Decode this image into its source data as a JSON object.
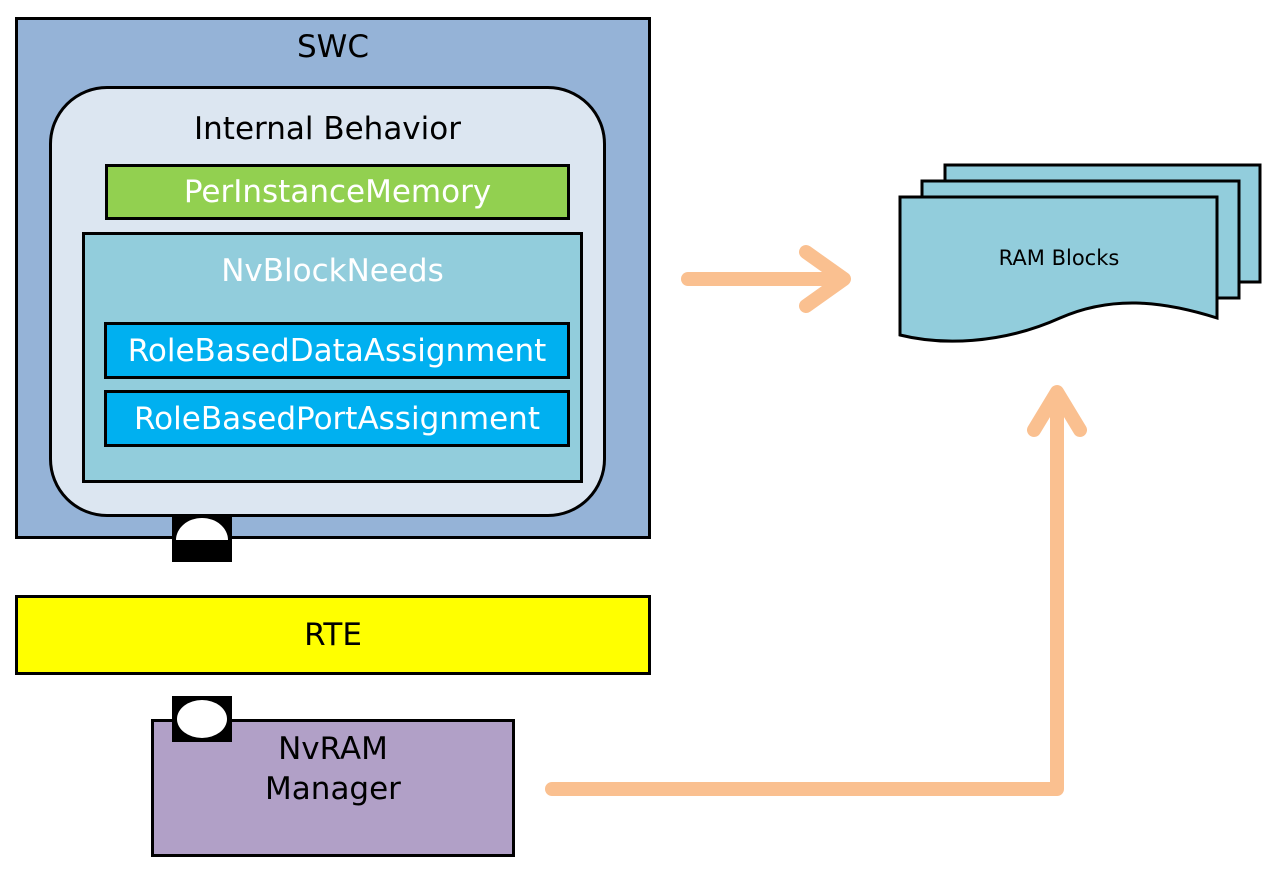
{
  "swc": {
    "label": "SWC"
  },
  "internal_behavior": {
    "label": "Internal Behavior",
    "per_instance_memory": "PerInstanceMemory",
    "nv_block_needs": {
      "label": "NvBlockNeeds",
      "role_based_data_assignment": "RoleBasedDataAssignment",
      "role_based_port_assignment": "RoleBasedPortAssignment"
    }
  },
  "rte": {
    "label": "RTE"
  },
  "nvram_manager": {
    "line1": "NvRAM",
    "line2": "Manager"
  },
  "ram_blocks": {
    "label": "RAM Blocks"
  },
  "colors": {
    "swc_fill": "#95b3d7",
    "internal_behavior_fill": "#dce6f1",
    "per_instance_memory_fill": "#92d050",
    "nv_block_needs_fill": "#92cddc",
    "role_assignment_fill": "#00b0f0",
    "rte_fill": "#ffff00",
    "nvram_manager_fill": "#b1a0c7",
    "ram_blocks_fill": "#92cddc",
    "arrow": "#fac090"
  }
}
